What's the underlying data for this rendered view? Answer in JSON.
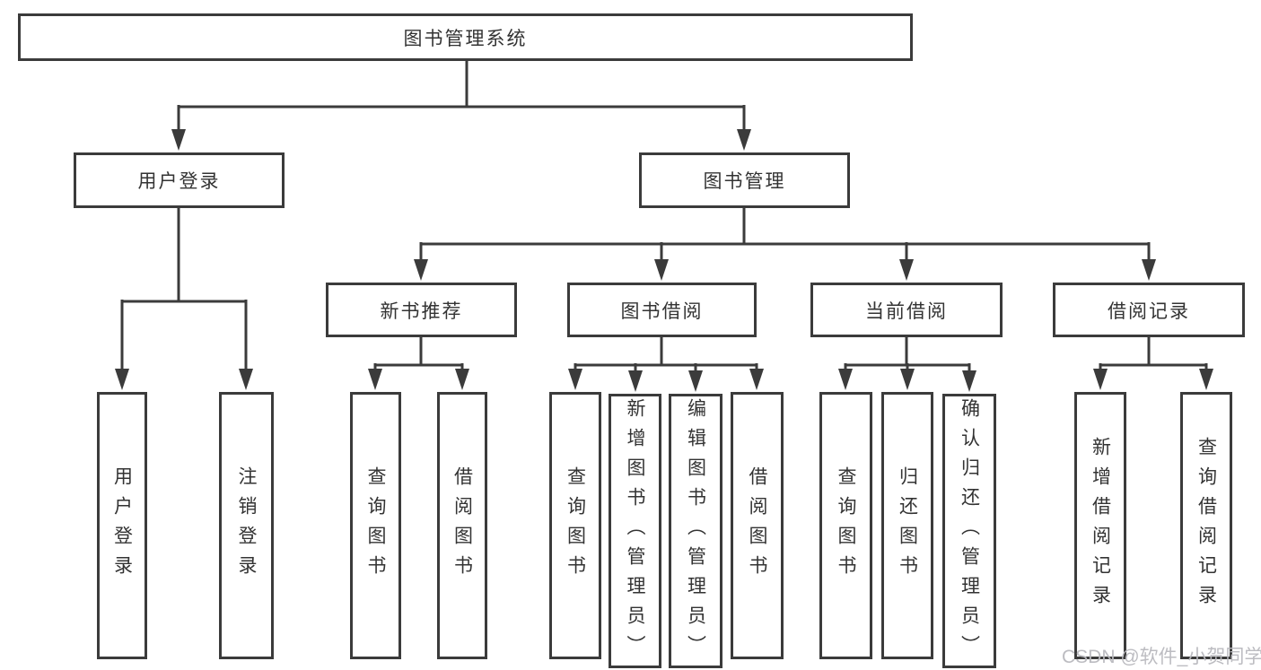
{
  "diagram": {
    "type": "hierarchy-tree",
    "root": {
      "label": "图书管理系统",
      "children": [
        {
          "label": "用户登录",
          "children": [
            {
              "label": "用户登录"
            },
            {
              "label": "注销登录"
            }
          ]
        },
        {
          "label": "图书管理",
          "children": [
            {
              "label": "新书推荐",
              "children": [
                {
                  "label": "查询图书"
                },
                {
                  "label": "借阅图书"
                }
              ]
            },
            {
              "label": "图书借阅",
              "children": [
                {
                  "label": "查询图书"
                },
                {
                  "label": "新增图书（管理员）"
                },
                {
                  "label": "编辑图书（管理员）"
                },
                {
                  "label": "借阅图书"
                }
              ]
            },
            {
              "label": "当前借阅",
              "children": [
                {
                  "label": "查询图书"
                },
                {
                  "label": "归还图书"
                },
                {
                  "label": "确认归还（管理员）"
                }
              ]
            },
            {
              "label": "借阅记录",
              "children": [
                {
                  "label": "新增借阅记录"
                },
                {
                  "label": "查询借阅记录"
                }
              ]
            }
          ]
        }
      ]
    }
  },
  "watermark": {
    "text": "CSDN @软件_小贺同学"
  },
  "colors": {
    "line": "#3b3b3b",
    "text": "#333333",
    "watermark": "#b9b9be",
    "background": "#ffffff"
  }
}
